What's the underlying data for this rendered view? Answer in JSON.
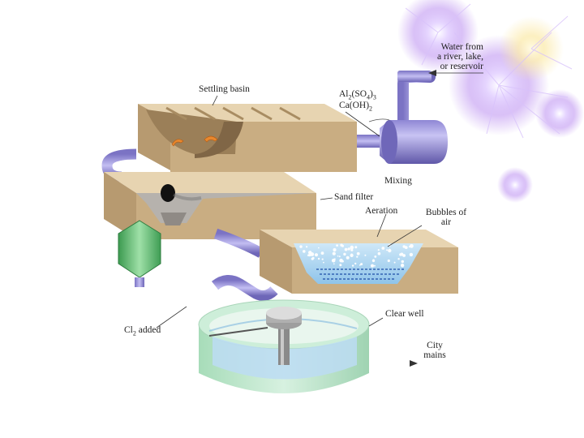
{
  "labels": {
    "source_line1": "Water from",
    "source_line2": "a river, lake,",
    "source_line3": "or reservoir",
    "settling_basin": "Settling basin",
    "chem1_a": "Al",
    "chem1_b": "2",
    "chem1_c": "(SO",
    "chem1_d": "4",
    "chem1_e": ")",
    "chem1_f": "3",
    "chem2_a": "Ca(OH)",
    "chem2_b": "2",
    "mixing": "Mixing",
    "sand_filter": "Sand filter",
    "aeration": "Aeration",
    "bubbles_line1": "Bubbles of",
    "bubbles_line2": "air",
    "clear_well": "Clear well",
    "cl2_a": "Cl",
    "cl2_b": "2",
    "cl2_c": " added",
    "city_line1": "City",
    "city_line2": "mains"
  },
  "colors": {
    "tank_wall": "#c9ad82",
    "tank_top": "#e4d1ae",
    "tank_dark": "#9e8461",
    "pipe": "#8f87d2",
    "pipe_light": "#b9b4ec",
    "water_blue": "#a9d3ef",
    "clear_well_green": "#bfe6cf",
    "chlorinator_green": "#5fba6e",
    "sparkle_purple": "#c9a6f3"
  }
}
